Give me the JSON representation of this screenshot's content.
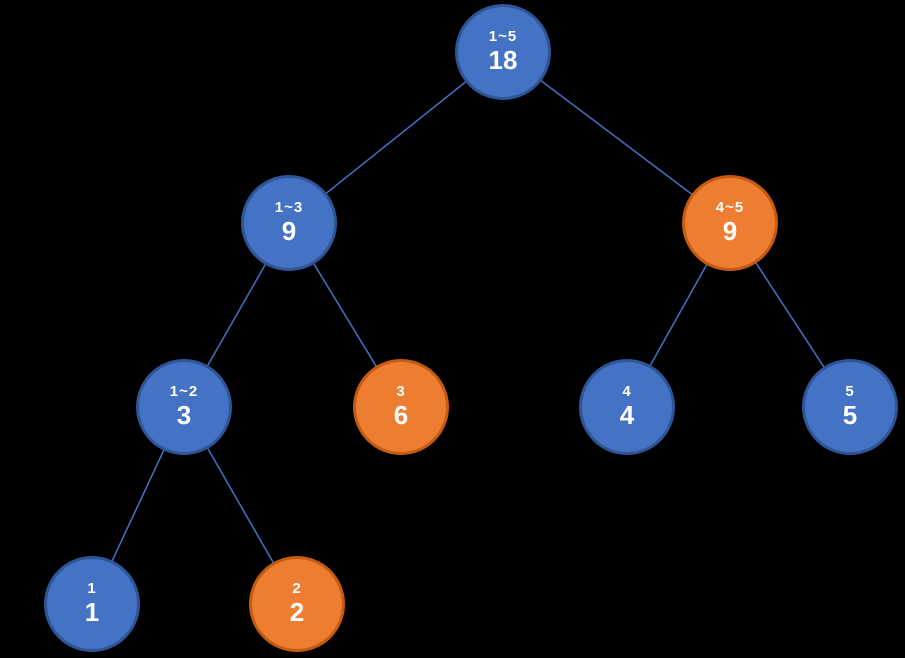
{
  "colors": {
    "background": "#000000",
    "edge": "#4472C4",
    "text": "#FFFFFF",
    "blue_fill": "#4472C4",
    "blue_border": "#2F5597",
    "orange_fill": "#ED7D31",
    "orange_border": "#C55A11"
  },
  "tree": {
    "nodes": [
      {
        "id": "root",
        "range": "1~5",
        "value": "18",
        "color": "blue"
      },
      {
        "id": "n13",
        "range": "1~3",
        "value": "9",
        "color": "blue"
      },
      {
        "id": "n45",
        "range": "4~5",
        "value": "9",
        "color": "orange"
      },
      {
        "id": "n12",
        "range": "1~2",
        "value": "3",
        "color": "blue"
      },
      {
        "id": "n3",
        "range": "3",
        "value": "6",
        "color": "orange"
      },
      {
        "id": "n4",
        "range": "4",
        "value": "4",
        "color": "blue"
      },
      {
        "id": "n5",
        "range": "5",
        "value": "5",
        "color": "blue"
      },
      {
        "id": "n1",
        "range": "1",
        "value": "1",
        "color": "blue"
      },
      {
        "id": "n2",
        "range": "2",
        "value": "2",
        "color": "orange"
      }
    ],
    "edges": [
      [
        "root",
        "n13"
      ],
      [
        "root",
        "n45"
      ],
      [
        "n13",
        "n12"
      ],
      [
        "n13",
        "n3"
      ],
      [
        "n45",
        "n4"
      ],
      [
        "n45",
        "n5"
      ],
      [
        "n12",
        "n1"
      ],
      [
        "n12",
        "n2"
      ]
    ]
  }
}
